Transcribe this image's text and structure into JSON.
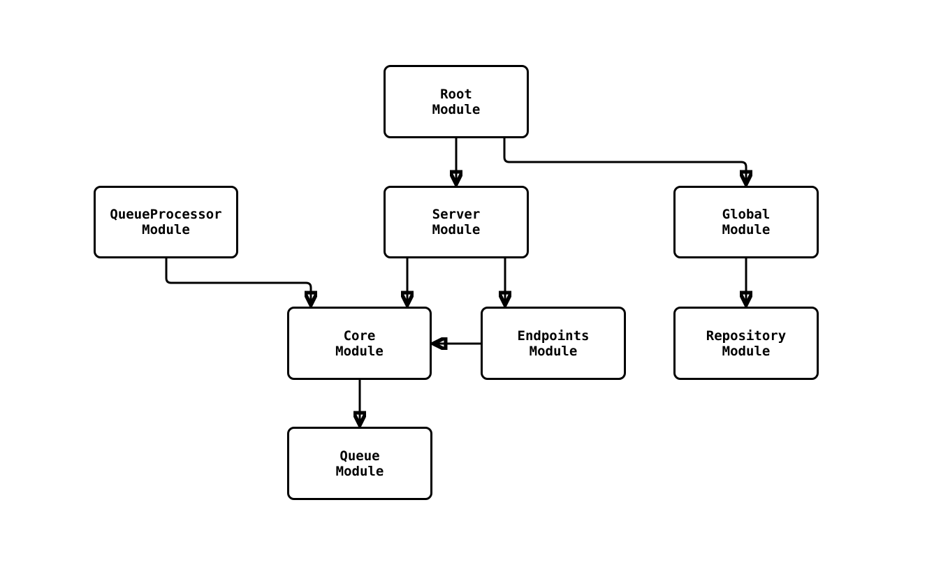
{
  "diagram": {
    "type": "module-dependency-graph",
    "nodes": [
      {
        "id": "root",
        "label": "Root\nModule"
      },
      {
        "id": "queue_processor",
        "label": "QueueProcessor\nModule"
      },
      {
        "id": "server",
        "label": "Server\nModule"
      },
      {
        "id": "global",
        "label": "Global\nModule"
      },
      {
        "id": "core",
        "label": "Core\nModule"
      },
      {
        "id": "endpoints",
        "label": "Endpoints\nModule"
      },
      {
        "id": "repository",
        "label": "Repository\nModule"
      },
      {
        "id": "queue",
        "label": "Queue\nModule"
      }
    ],
    "edges": [
      {
        "from": "root",
        "to": "server"
      },
      {
        "from": "root",
        "to": "global"
      },
      {
        "from": "queue_processor",
        "to": "core"
      },
      {
        "from": "server",
        "to": "core"
      },
      {
        "from": "server",
        "to": "endpoints"
      },
      {
        "from": "endpoints",
        "to": "core"
      },
      {
        "from": "global",
        "to": "repository"
      },
      {
        "from": "core",
        "to": "queue"
      }
    ],
    "colors": {
      "background": "#ffffff",
      "node_fill": "#ffffff",
      "node_border": "#000000",
      "edge": "#000000",
      "text": "#000000"
    }
  }
}
